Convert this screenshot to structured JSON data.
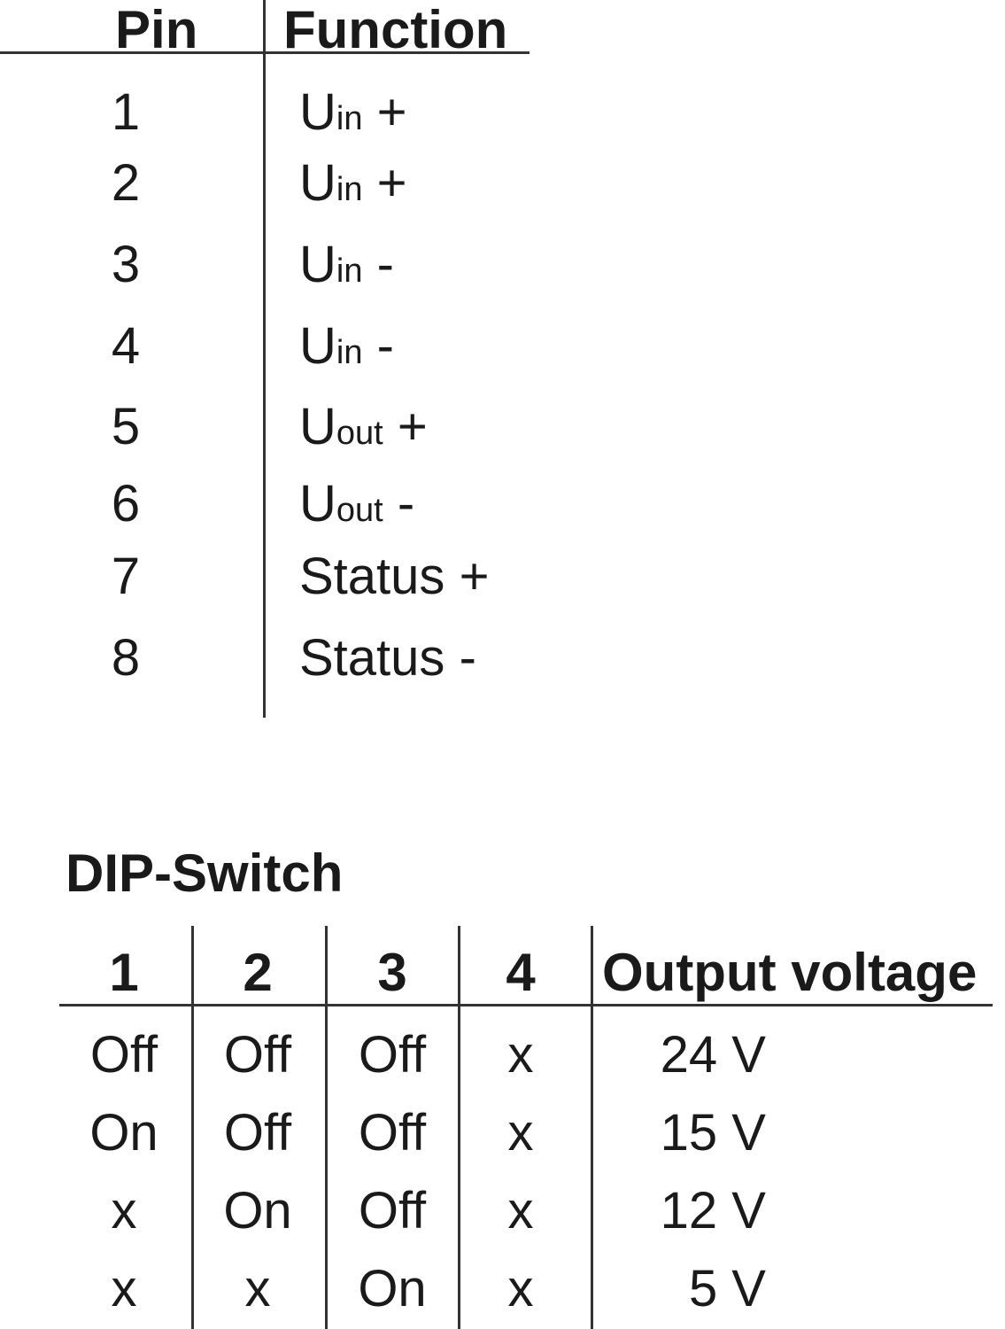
{
  "pin_table": {
    "headers": {
      "pin": "Pin",
      "function": "Function"
    },
    "rows": [
      {
        "pin": "1",
        "base": "U",
        "sub": "in",
        "sign": "+"
      },
      {
        "pin": "2",
        "base": "U",
        "sub": "in",
        "sign": "+"
      },
      {
        "pin": "3",
        "base": "U",
        "sub": "in",
        "sign": "-"
      },
      {
        "pin": "4",
        "base": "U",
        "sub": "in",
        "sign": "-"
      },
      {
        "pin": "5",
        "base": "U",
        "sub": "out",
        "sign": "+"
      },
      {
        "pin": "6",
        "base": "U",
        "sub": "out",
        "sign": "-"
      },
      {
        "pin": "7",
        "base": "Status",
        "sub": "",
        "sign": "+"
      },
      {
        "pin": "8",
        "base": "Status",
        "sub": "",
        "sign": "-"
      }
    ]
  },
  "dip_switch": {
    "title": "DIP-Switch",
    "headers": [
      "1",
      "2",
      "3",
      "4",
      "Output voltage"
    ],
    "rows": [
      [
        "Off",
        "Off",
        "Off",
        "x",
        "24 V"
      ],
      [
        "On",
        "Off",
        "Off",
        "x",
        "15 V"
      ],
      [
        "x",
        "On",
        "Off",
        "x",
        "12 V"
      ],
      [
        "x",
        "x",
        "On",
        "x",
        "5 V"
      ]
    ]
  }
}
